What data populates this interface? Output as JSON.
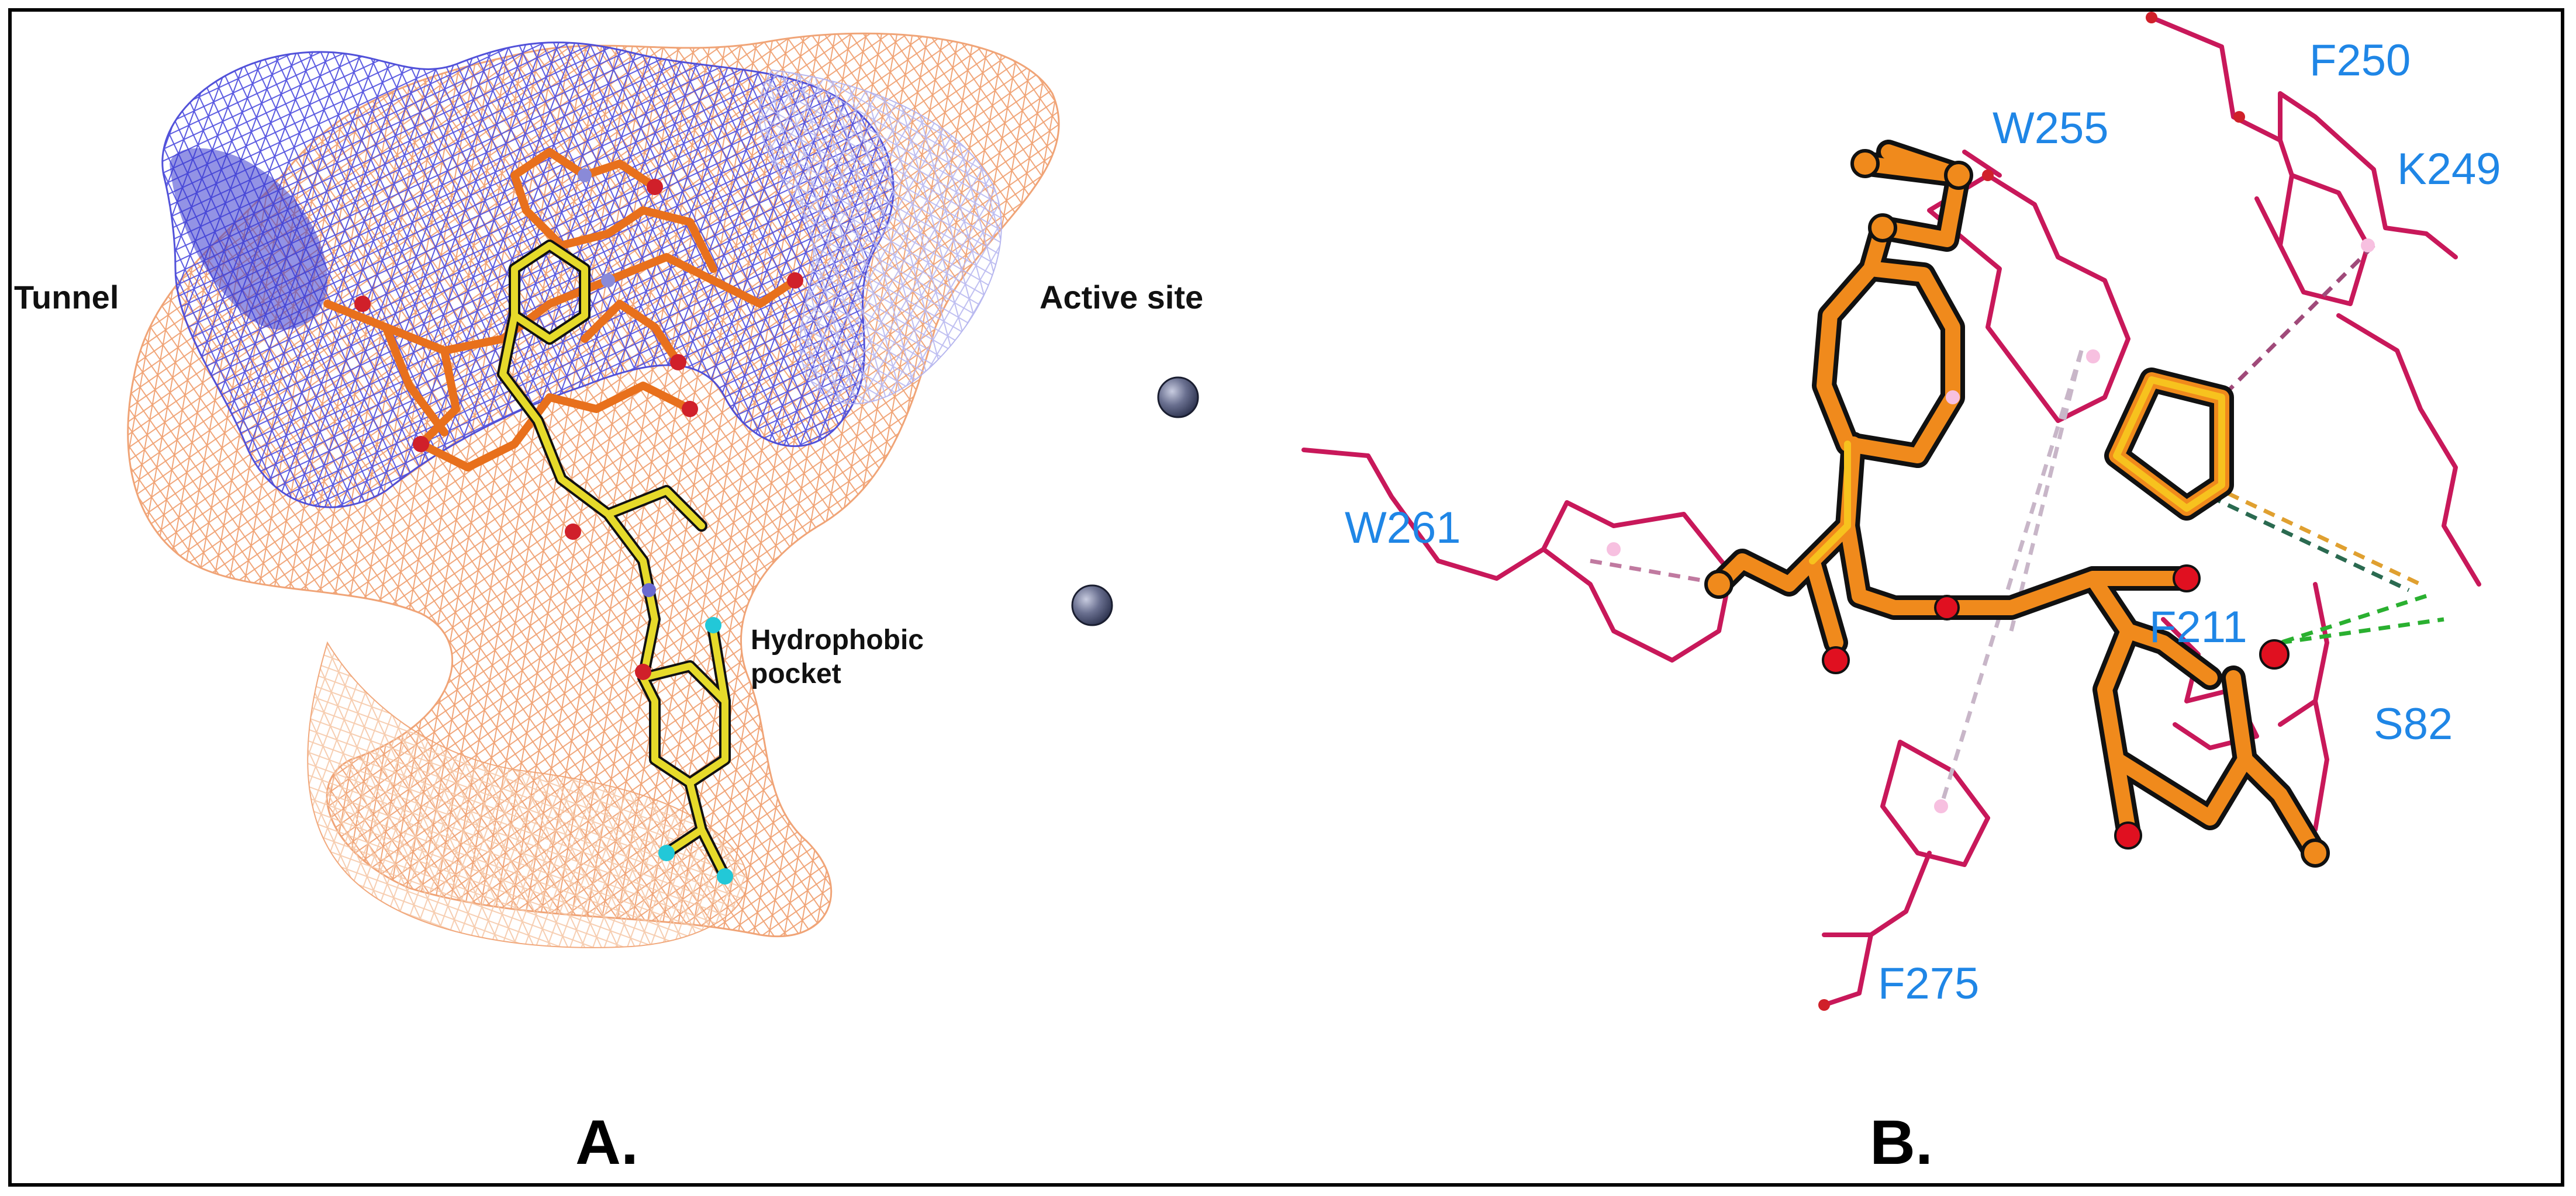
{
  "panel_a": {
    "tag": "A.",
    "labels": {
      "tunnel": "Tunnel",
      "active_site": "Active site",
      "hydrophobic_line1": "Hydrophobic",
      "hydrophobic_line2": "pocket"
    }
  },
  "panel_b": {
    "tag": "B.",
    "residues": {
      "w255": "W255",
      "f250": "F250",
      "k249": "K249",
      "w261": "W261",
      "f211": "F211",
      "s82": "S82",
      "f275": "F275"
    }
  },
  "colors": {
    "mesh_blue": "#4a4ad8",
    "mesh_orange": "#f0a070",
    "ligand_yellow": "#e8dc30",
    "ligand_orange": "#f0801e",
    "residue_magenta": "#c8185a",
    "residue_label": "#1f86e6",
    "ion_gray": "#5a6280"
  }
}
